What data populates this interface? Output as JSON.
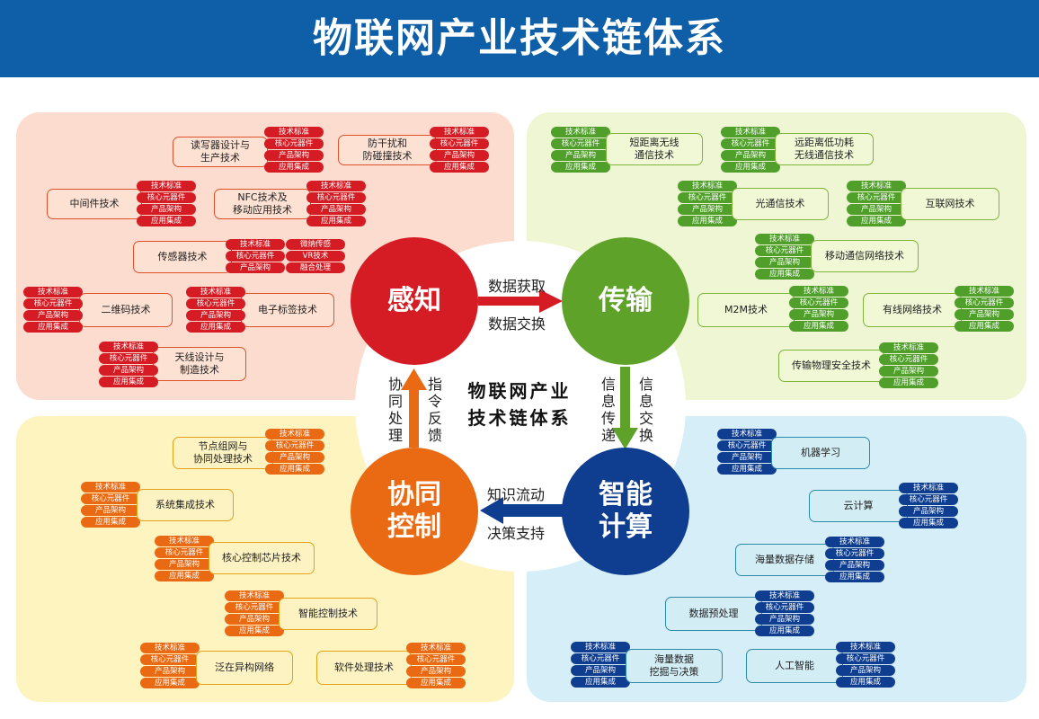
{
  "title": "物联网产业技术链体系",
  "center_title": "物联网产业\n技术链体系",
  "nodes": {
    "sense": "感知",
    "trans": "传输",
    "coop": "协同\n控制",
    "comp": "智能\n计算"
  },
  "flows": {
    "sense_to_trans": [
      "数据获取",
      "数据交换"
    ],
    "trans_to_comp": [
      "信息传递",
      "信息交换"
    ],
    "comp_to_coop": [
      "知识流动",
      "决策支持"
    ],
    "coop_to_sense": [
      "协同处理",
      "指令反馈"
    ]
  },
  "tag_labels": [
    "技术标准",
    "核心元器件",
    "产品架构",
    "应用集成"
  ],
  "sensor_tags": [
    "技术标准",
    "核心元器件",
    "产品架构",
    "微纳传感",
    "VR技术",
    "融合处理"
  ],
  "sense_items": [
    {
      "label": "读写器设计与\n生产技术"
    },
    {
      "label": "防干扰和\n防碰撞技术"
    },
    {
      "label": "中间件技术"
    },
    {
      "label": "NFC技术及\n移动应用技术"
    },
    {
      "label": "传感器技术"
    },
    {
      "label": "二维码技术"
    },
    {
      "label": "电子标签技术"
    },
    {
      "label": "天线设计与\n制造技术"
    }
  ],
  "trans_items": [
    {
      "label": "短距离无线\n通信技术"
    },
    {
      "label": "远距离低功耗\n无线通信技术"
    },
    {
      "label": "光通信技术"
    },
    {
      "label": "互联网技术"
    },
    {
      "label": "移动通信网络技术"
    },
    {
      "label": "M2M技术"
    },
    {
      "label": "有线网络技术"
    },
    {
      "label": "传输物理安全技术"
    }
  ],
  "coop_items": [
    {
      "label": "节点组网与\n协同处理技术"
    },
    {
      "label": "系统集成技术"
    },
    {
      "label": "核心控制芯片技术"
    },
    {
      "label": "智能控制技术"
    },
    {
      "label": "泛在异构网络"
    },
    {
      "label": "软件处理技术"
    }
  ],
  "comp_items": [
    {
      "label": "机器学习"
    },
    {
      "label": "云计算"
    },
    {
      "label": "海量数据存储"
    },
    {
      "label": "数据预处理"
    },
    {
      "label": "海量数据\n挖掘与决策"
    },
    {
      "label": "人工智能"
    }
  ],
  "colors": {
    "header": "#0f5fa8",
    "sense": "#d51c24",
    "trans": "#5ea229",
    "coop": "#ea6a13",
    "comp": "#0f3d8f"
  }
}
